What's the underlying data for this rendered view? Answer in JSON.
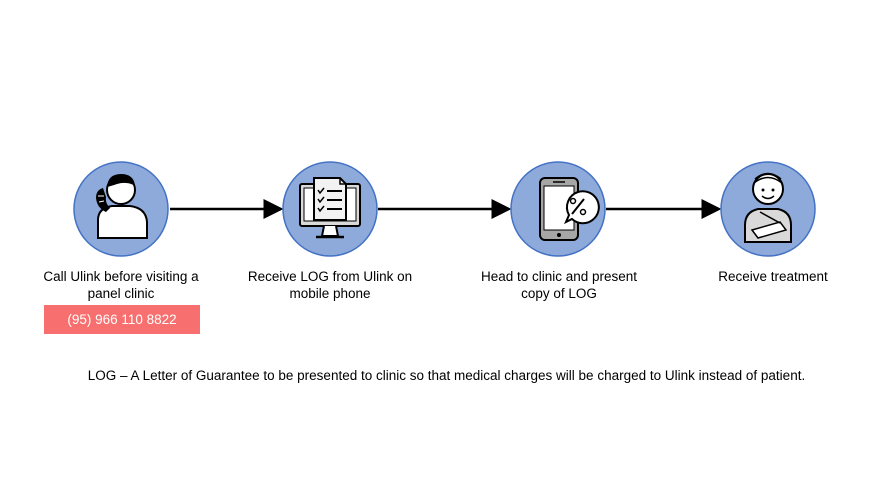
{
  "colors": {
    "circle_fill": "#8eaadb",
    "circle_stroke": "#4472c4",
    "arrow": "#000000",
    "phone_badge": "#f76f6f",
    "icon_light": "#ffffff",
    "icon_gray": "#a6a6a6"
  },
  "steps": [
    {
      "icon": "phone-call-person-icon",
      "label": "Call Ulink before visiting a panel clinic"
    },
    {
      "icon": "computer-document-icon",
      "label": "Receive LOG from Ulink on mobile phone"
    },
    {
      "icon": "mobile-discount-icon",
      "label": "Head to clinic and present copy of LOG"
    },
    {
      "icon": "injured-patient-icon",
      "label": "Receive treatment"
    }
  ],
  "phone_number": "(95) 966 110 8822",
  "footnote": "LOG – A Letter of Guarantee to be presented to clinic so that medical charges will be charged to Ulink instead of patient."
}
